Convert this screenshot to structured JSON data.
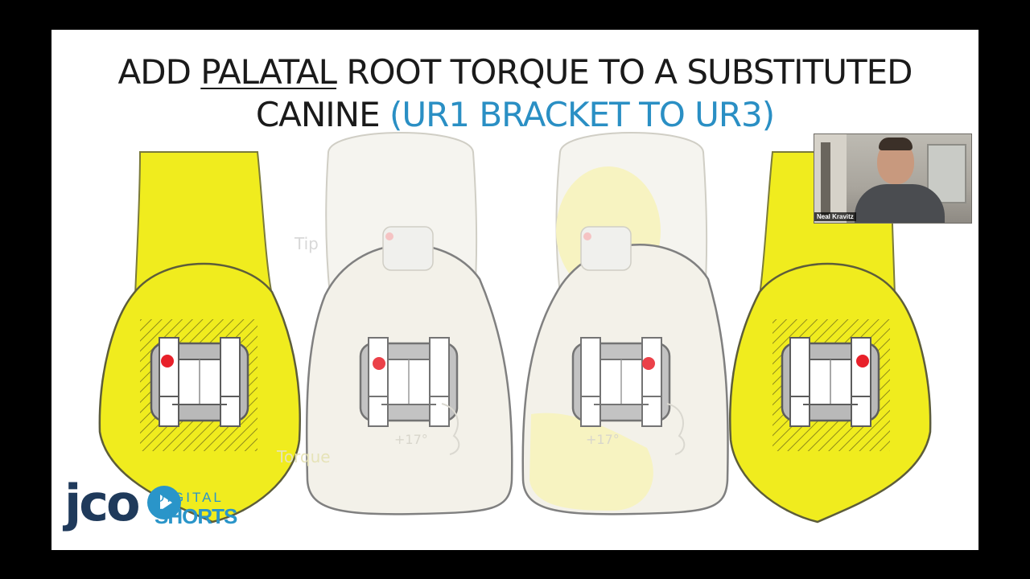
{
  "title": {
    "line1_prefix": "ADD ",
    "line1_underlined": "PALATAL",
    "line1_suffix": " ROOT TORQUE TO A SUBSTITUTED",
    "line2_black": "CANINE ",
    "line2_blue": "(UR1  BRACKET TO UR3)"
  },
  "diagram": {
    "labels": {
      "tip": "Tip",
      "torque": "Torque",
      "angle_left": "+17°",
      "angle_right": "+17°"
    },
    "colors": {
      "yellow": "#f0ec1e",
      "ghost": "#f1efe6",
      "bracket_red": "#e8202a",
      "title_blue": "#2a8fc4"
    }
  },
  "video": {
    "name": "Neal Kravitz"
  },
  "logo": {
    "brand": "jco",
    "digital": "DIGITAL",
    "shorts": "SHORTS"
  }
}
